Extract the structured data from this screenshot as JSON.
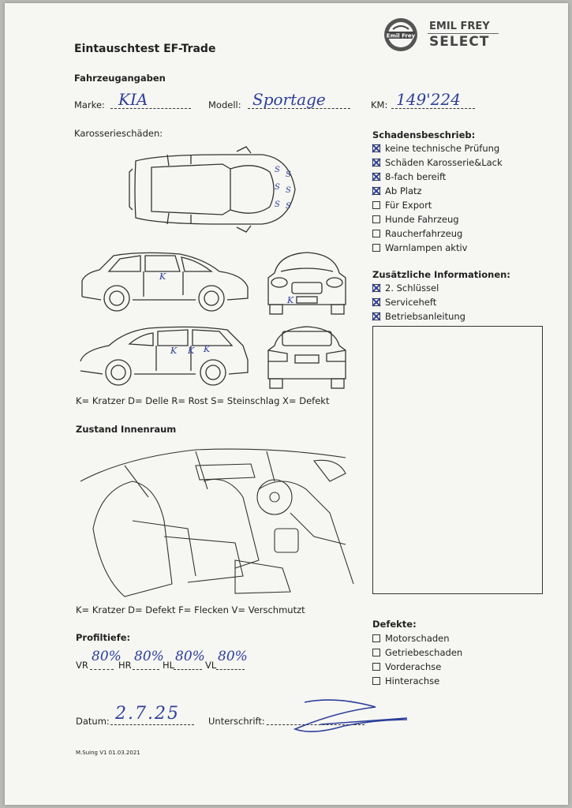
{
  "header": {
    "title": "Eintauschtest EF-Trade",
    "brand_line1": "EMIL FREY",
    "brand_line2": "SELECT",
    "logo_text": "Emil Frey"
  },
  "vehicle": {
    "section": "Fahrzeugangaben",
    "marke_label": "Marke:",
    "marke_value": "KIA",
    "modell_label": "Modell:",
    "modell_value": "Sportage",
    "km_label": "KM:",
    "km_value": "149'224"
  },
  "body_damage": {
    "section": "Karosserieschäden:",
    "legend": "K= Kratzer D= Delle R= Rost S= Steinschlag X= Defekt",
    "marks": {
      "top_s": "S",
      "side_k": "K",
      "front_k": "K"
    }
  },
  "damage_desc": {
    "title": "Schadensbeschrieb:",
    "items": [
      {
        "label": "keine technische Prüfung",
        "checked": true
      },
      {
        "label": "Schäden Karosserie&Lack",
        "checked": true
      },
      {
        "label": "8-fach bereift",
        "checked": true
      },
      {
        "label": "Ab Platz",
        "checked": true
      },
      {
        "label": "Für Export",
        "checked": false
      },
      {
        "label": "Hunde Fahrzeug",
        "checked": false
      },
      {
        "label": "Raucherfahrzeug",
        "checked": false
      },
      {
        "label": "Warnlampen aktiv",
        "checked": false
      }
    ]
  },
  "extra_info": {
    "title": "Zusätzliche Informationen:",
    "items": [
      {
        "label": "2. Schlüssel",
        "checked": true
      },
      {
        "label": "Serviceheft",
        "checked": true
      },
      {
        "label": "Betriebsanleitung",
        "checked": true
      }
    ]
  },
  "interior": {
    "section": "Zustand Innenraum",
    "legend": "K= Kratzer D= Defekt F= Flecken V= Verschmutzt"
  },
  "tread": {
    "section": "Profiltiefe:",
    "vr_label": "VR",
    "vr_value": "80%",
    "hr_label": "HR",
    "hr_value": "80%",
    "hl_label": "HL",
    "hl_value": "80%",
    "vl_label": "VL",
    "vl_value": "80%"
  },
  "defects": {
    "title": "Defekte:",
    "items": [
      {
        "label": "Motorschaden",
        "checked": false
      },
      {
        "label": "Getriebeschaden",
        "checked": false
      },
      {
        "label": "Vorderachse",
        "checked": false
      },
      {
        "label": "Hinterachse",
        "checked": false
      }
    ]
  },
  "footer": {
    "date_label": "Datum:",
    "date_value": "2.7.25",
    "signature_label": "Unterschrift:",
    "version": "M.Suing V1 01.03.2021"
  },
  "colors": {
    "ink": "#2d3f9a",
    "paper": "#f6f6f3"
  }
}
